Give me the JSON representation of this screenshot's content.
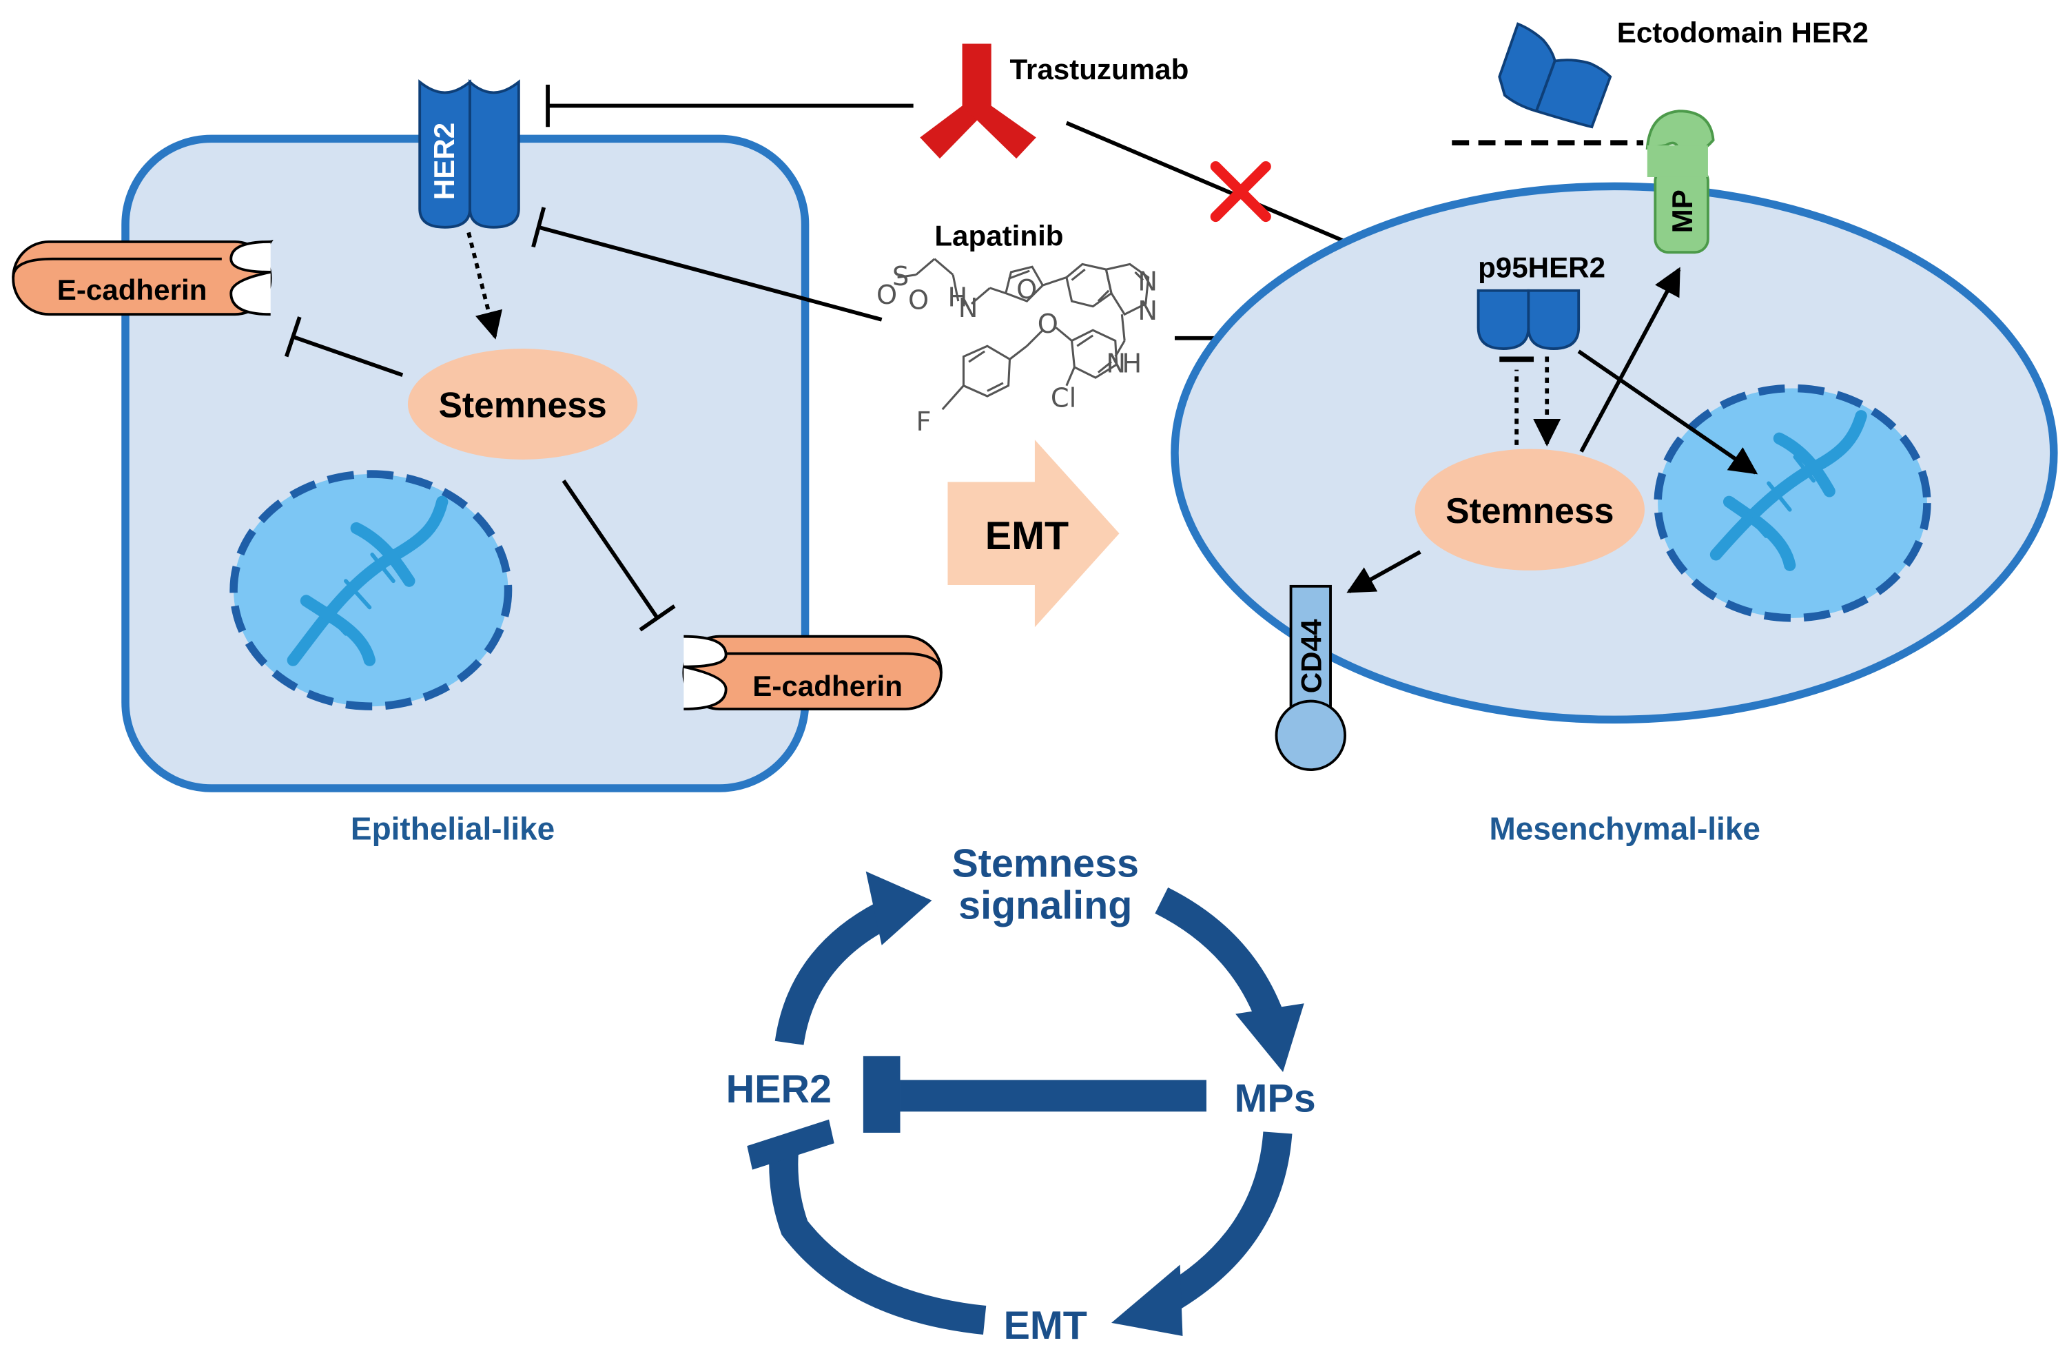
{
  "labels": {
    "her2_receptor": "HER2",
    "ecadherin_left": "E-cadherin",
    "ecadherin_bottom": "E-cadherin",
    "stemness_left": "Stemness",
    "stemness_right": "Stemness",
    "trastuzumab": "Trastuzumab",
    "lapatinib": "Lapatinib",
    "emt_arrow": "EMT",
    "ectodomain": "Ectodomain HER2",
    "mp": "MP",
    "p95her2": "p95HER2",
    "cd44": "CD44",
    "epithelial": "Epithelial-like",
    "mesenchymal": "Mesenchymal-like"
  },
  "lapatinib_atoms": {
    "s": "S",
    "o1": "O",
    "o2": "O",
    "o3": "O",
    "o4": "O",
    "n_amine": "N",
    "h_amine": "H",
    "n_q1": "N",
    "n_q2": "N",
    "n_anil": "N",
    "h_anil": "H",
    "f": "F",
    "cl": "Cl"
  },
  "cycle": {
    "stemness_line1": "Stemness",
    "stemness_line2": "signaling",
    "mps": "MPs",
    "emt": "EMT",
    "her2": "HER2"
  },
  "colors": {
    "cell_fill": "#d5e2f2",
    "cell_border": "#2a78c4",
    "receptor_blue": "#1f6cc0",
    "nucleus_fill": "#7cc6f4",
    "stemness_fill": "#f9c6a7",
    "ecadherin_fill": "#f4a47a",
    "emt_arrow_fill": "#fbd0b3",
    "mp_green": "#8fcf8a",
    "cd44_fill": "#91bfe6",
    "trastuzumab_red": "#d61a1a",
    "cycle_blue": "#1a4f8a",
    "label_blue": "#1f5a94"
  }
}
